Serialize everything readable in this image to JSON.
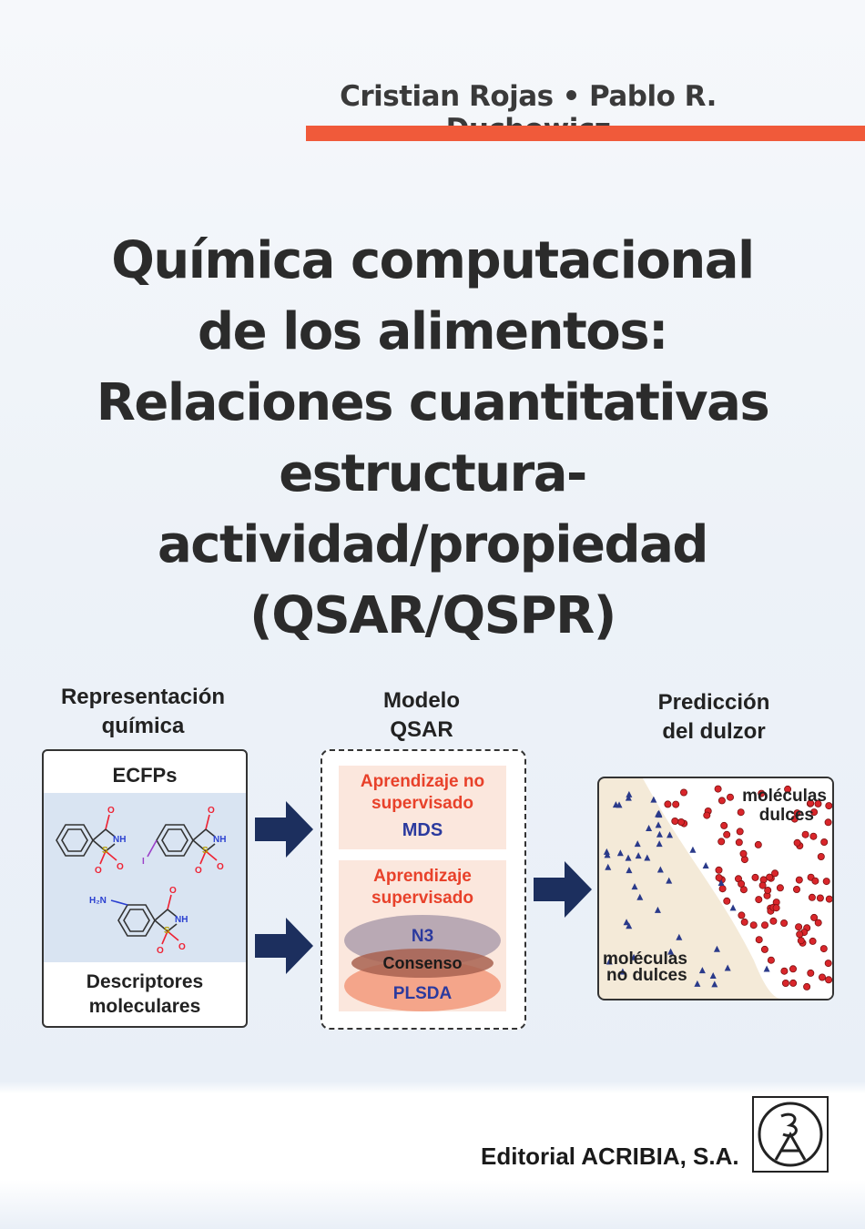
{
  "authors": {
    "author1": "Cristian Rojas",
    "separator": "•",
    "author2": "Pablo R. Duchowicz"
  },
  "title": {
    "line1": "Química computacional",
    "line2": "de los alimentos:",
    "line3": "Relaciones cuantitativas",
    "line4": "estructura-actividad/propiedad",
    "line5": "(QSAR/QSPR)"
  },
  "figure": {
    "col1_label_1": "Representación",
    "col1_label_2": "química",
    "col2_label_1": "Modelo",
    "col2_label_2": "QSAR",
    "col3_label_1": "Predicción",
    "col3_label_2": "del dulzor",
    "ecfps": "ECFPs",
    "desc_1": "Descriptores",
    "desc_2": "moleculares",
    "unsup_1": "Aprendizaje no",
    "unsup_2": "supervisado",
    "mds": "MDS",
    "sup_1": "Aprendizaje",
    "sup_2": "supervisado",
    "n3": "N3",
    "consenso": "Consenso",
    "plsda": "PLSDA",
    "sweet_1": "moléculas",
    "sweet_2": "dulces",
    "nonsweet_1": "moléculas",
    "nonsweet_2": "no dulces",
    "atom_o": "O",
    "atom_nh": "NH",
    "atom_s": "S",
    "atom_i": "I",
    "atom_h2n": "H₂N"
  },
  "publisher": "Editorial ACRIBIA, S.A.",
  "colors": {
    "accent_orange": "#f05a3a",
    "text_red": "#e8412a",
    "text_blue": "#2b3a9e",
    "arrow_navy": "#1c2f5e"
  }
}
